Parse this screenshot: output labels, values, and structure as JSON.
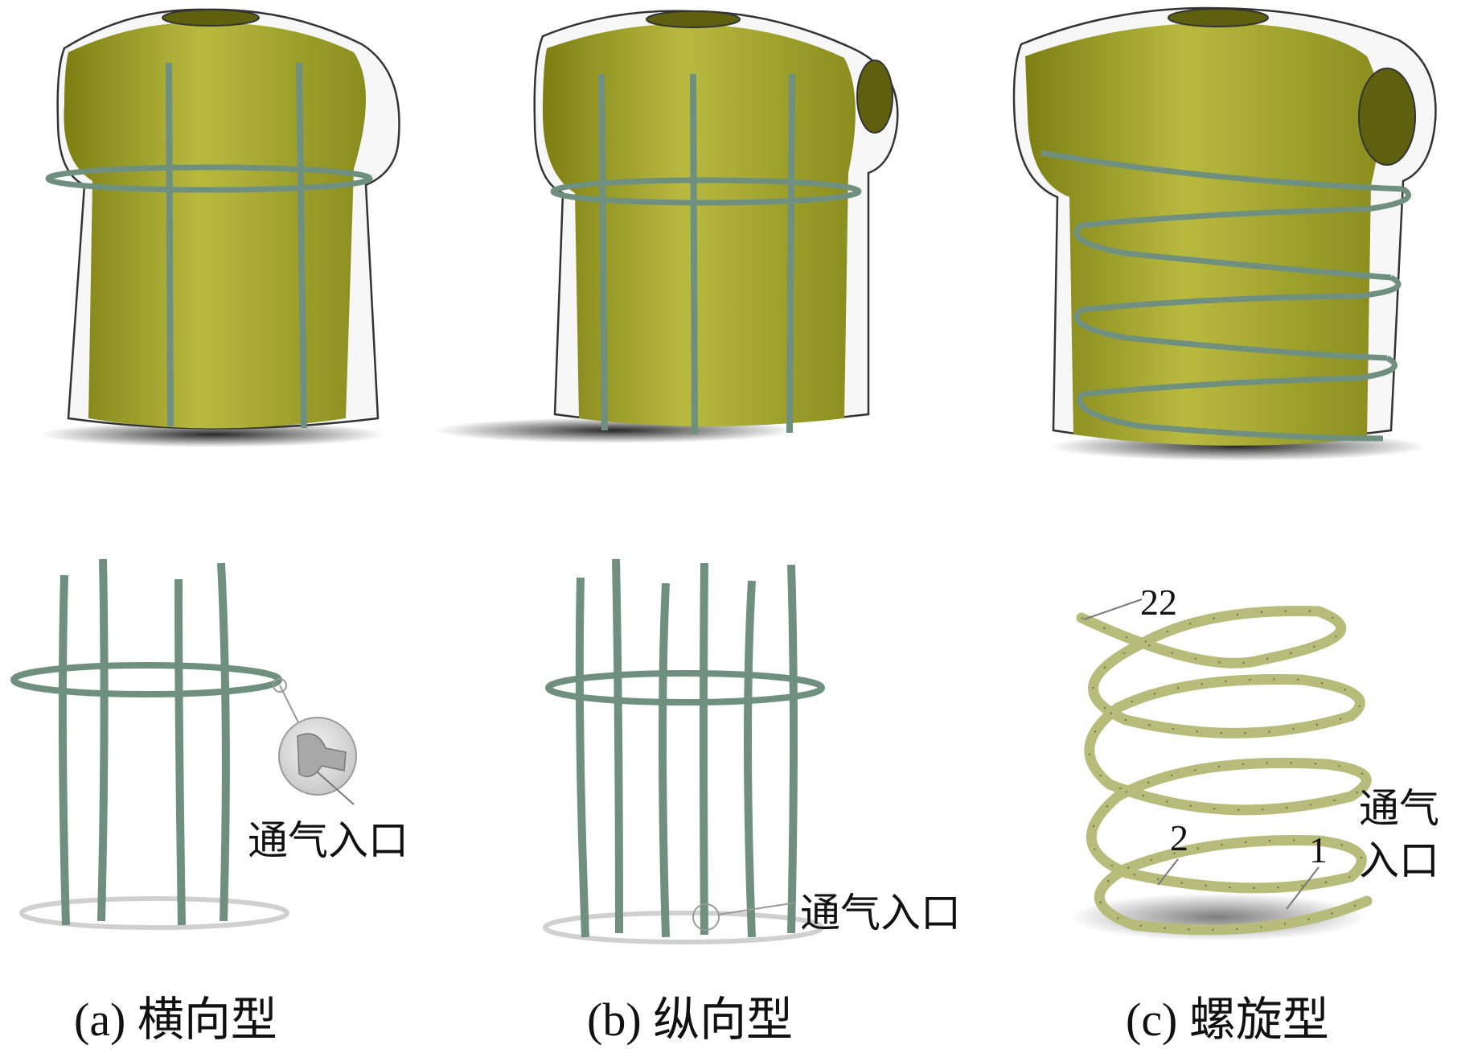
{
  "captions": {
    "a": "(a) 横向型",
    "b": "(b) 纵向型",
    "c": "(c) 螺旋型"
  },
  "labels": {
    "inlet_a": "通气入口",
    "inlet_b": "通气入口",
    "inlet_c_line1": "通气",
    "inlet_c_line2": "入口",
    "num_22": "22",
    "num_2": "2",
    "num_1": "1"
  },
  "colors": {
    "body_fill": "#a9ab2e",
    "shell_stroke": "#333333",
    "tube": "#6f8f7f",
    "spiral_tube": "#b8bc7a"
  }
}
